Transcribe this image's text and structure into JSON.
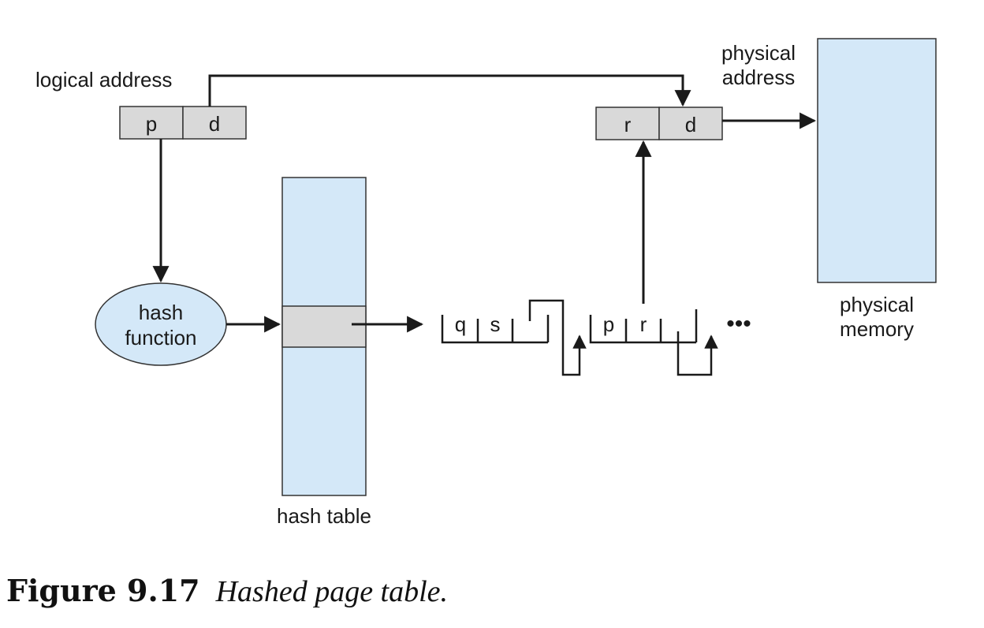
{
  "colors": {
    "memory_fill": "#d4e8f8",
    "cell_fill": "#d9d9d9",
    "ellipse_fill": "#d4e8f8",
    "line": "#1a1a1a"
  },
  "logical_address": {
    "label": "logical address",
    "cells": [
      "p",
      "d"
    ]
  },
  "physical_address": {
    "label_line1": "physical",
    "label_line2": "address",
    "cells": [
      "r",
      "d"
    ]
  },
  "hash_function": {
    "line1": "hash",
    "line2": "function"
  },
  "hash_table": {
    "label": "hash table"
  },
  "chain": {
    "node1": [
      "q",
      "s"
    ],
    "node2": [
      "p",
      "r"
    ],
    "ellipsis": "•••"
  },
  "physical_memory": {
    "line1": "physical",
    "line2": "memory"
  },
  "caption": {
    "number": "Figure 9.17",
    "text": "Hashed page table."
  }
}
